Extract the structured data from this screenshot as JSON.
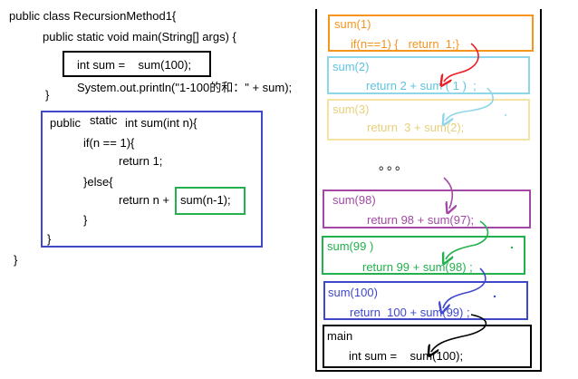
{
  "code": {
    "lines": [
      "public class RecursionMethod1{",
      "public static void main(String[] args) {",
      "int sum =    sum(100);",
      "System.out.println(\"1-100的和：\" + sum);",
      "}",
      "public",
      "static",
      "int sum(int n){",
      "if(n == 1){",
      "return 1;",
      "}else{",
      "return n +",
      "sum(n-1);",
      "}",
      "}",
      "}"
    ]
  },
  "stack": {
    "dots": "。。。",
    "frames": [
      {
        "title": "sum(1)",
        "body": "if(n==1) {   return  1;}",
        "color": "#f7941d"
      },
      {
        "title": "sum(2)",
        "body": "return 2 + sum ( 1 )  ;",
        "color": "#8ed6ea"
      },
      {
        "title": "sum(3)",
        "body": "return  3 + sum(2);",
        "color": "#f5e3a3"
      },
      {
        "title": "sum(98)",
        "body": "return 98 + sum(97);",
        "color": "#a349a4"
      },
      {
        "title": "sum(99 )",
        "body": "return 99 + sum(98) ;",
        "color": "#22b14c"
      },
      {
        "title": "sum(100)",
        "body": "return  100 + sum(99) ;",
        "color": "#3f48cc"
      },
      {
        "title": "main",
        "body": "int sum =    sum(100);",
        "color": "#000000"
      }
    ]
  },
  "colors": {
    "code_main_box": "#000000",
    "code_method_box": "#3f48cc",
    "code_call_box": "#22b14c",
    "arrow_red": "#ed1c24",
    "arrow_lightblue": "#8ed6ea",
    "arrow_purple": "#a349a4",
    "arrow_green": "#22b14c",
    "arrow_blue": "#3f48cc",
    "arrow_black": "#000000"
  }
}
